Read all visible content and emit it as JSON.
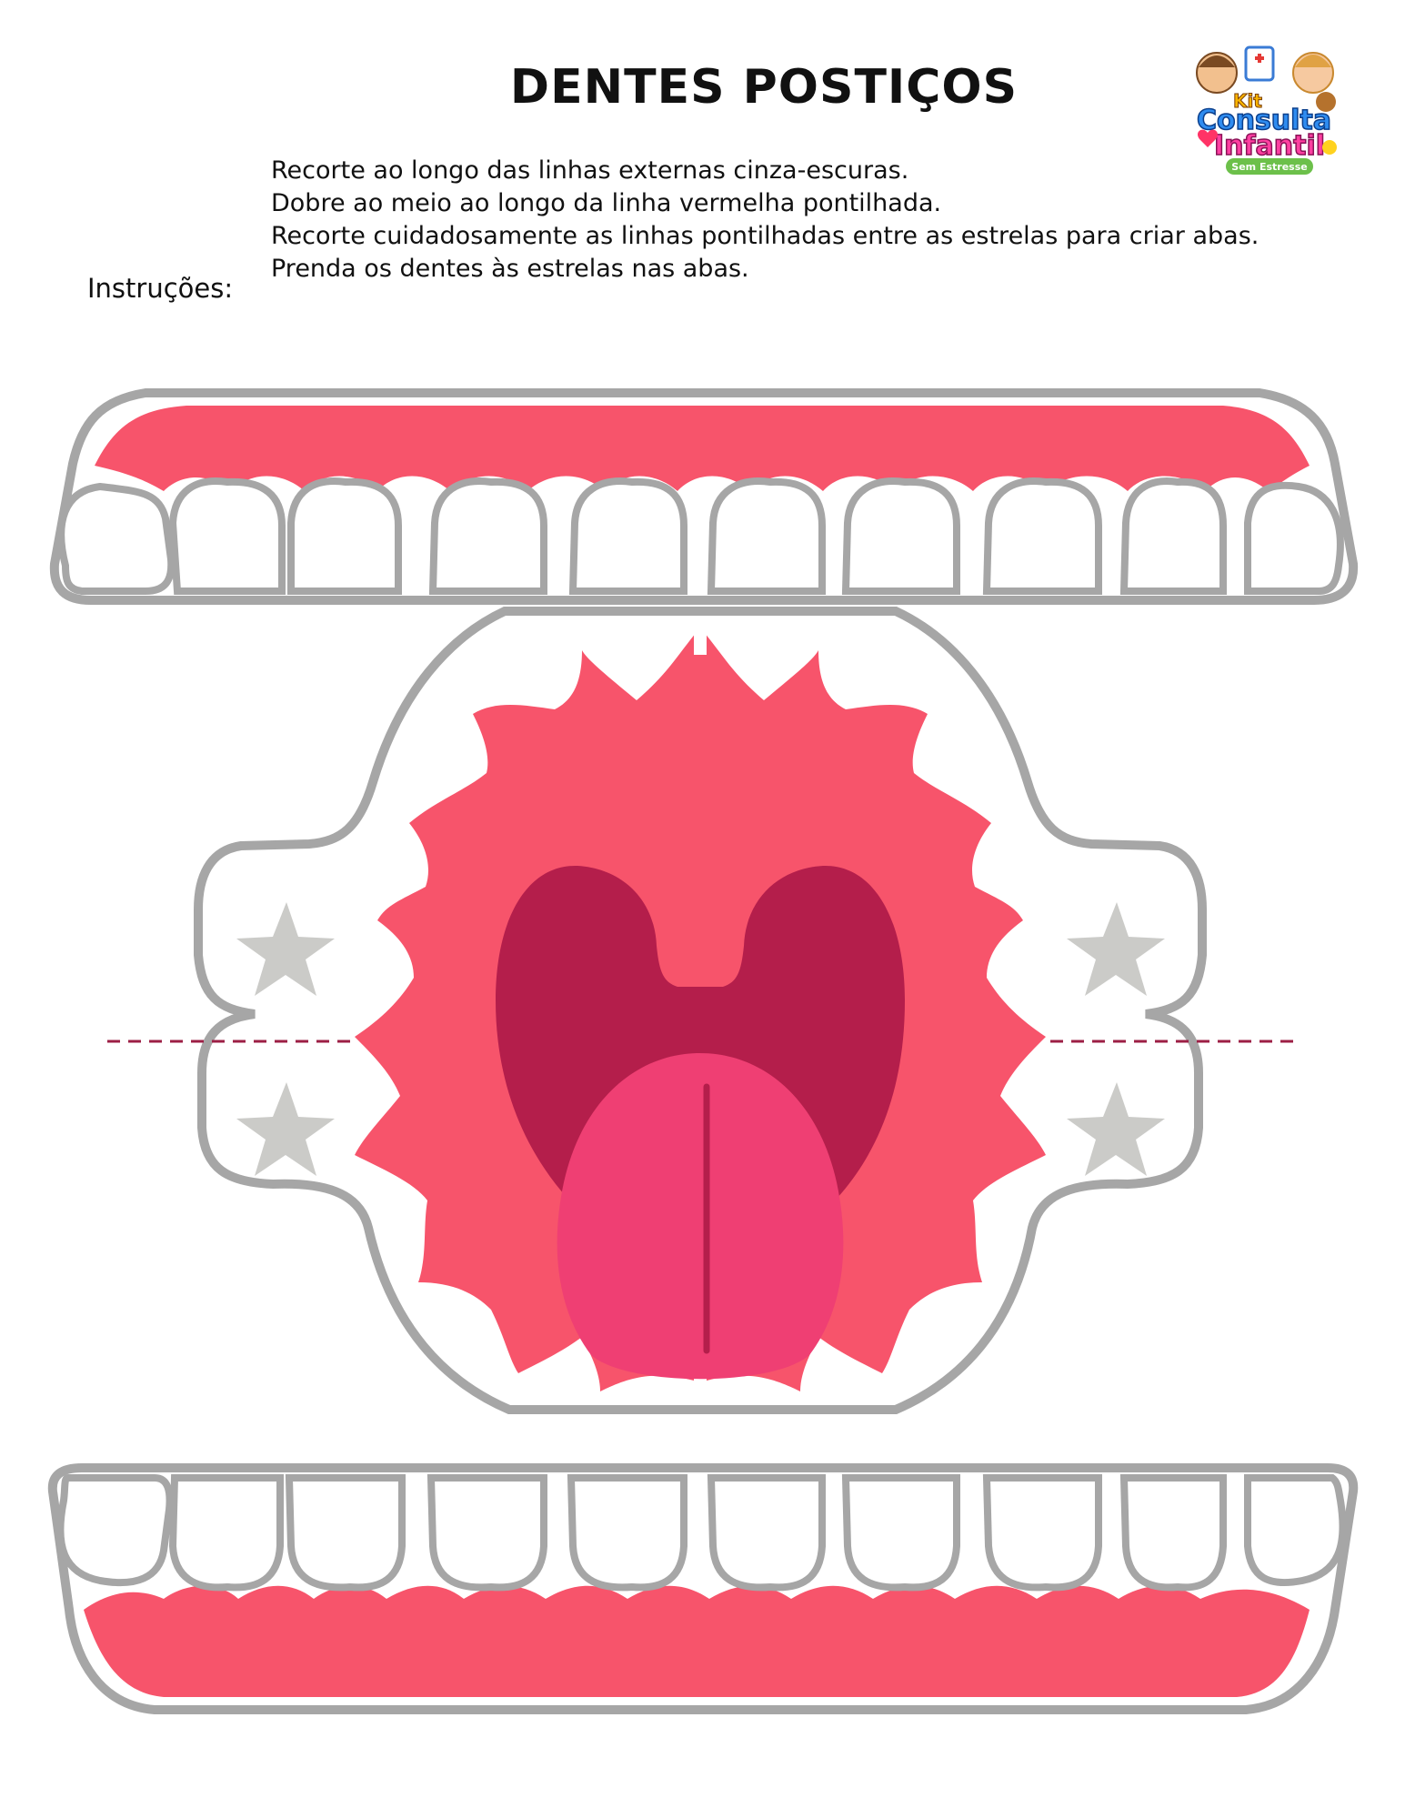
{
  "page": {
    "title": "DENTES POSTIÇOS",
    "instructions_label": "Instruções:",
    "instructions": [
      "Recorte ao longo das linhas externas cinza-escuras.",
      "Dobre ao meio ao longo da linha vermelha pontilhada.",
      "Recorte cuidadosamente as linhas pontilhadas entre as estrelas para criar abas.",
      "Prenda os dentes às estrelas nas abas."
    ]
  },
  "logo": {
    "line1": "Kit",
    "line2": "Consulta",
    "line3": "Infantil",
    "line4": "Sem Estresse"
  },
  "colors": {
    "gum": "#f7546b",
    "outline": "#a6a6a6",
    "palate": "#b41e4b",
    "tongue": "#ef3f73",
    "star": "#cbcbc8",
    "fold_line": "#9c1f45",
    "tooth": "#ffffff"
  },
  "icons": [
    "star-icon",
    "tooth-icon",
    "tongue-icon"
  ]
}
